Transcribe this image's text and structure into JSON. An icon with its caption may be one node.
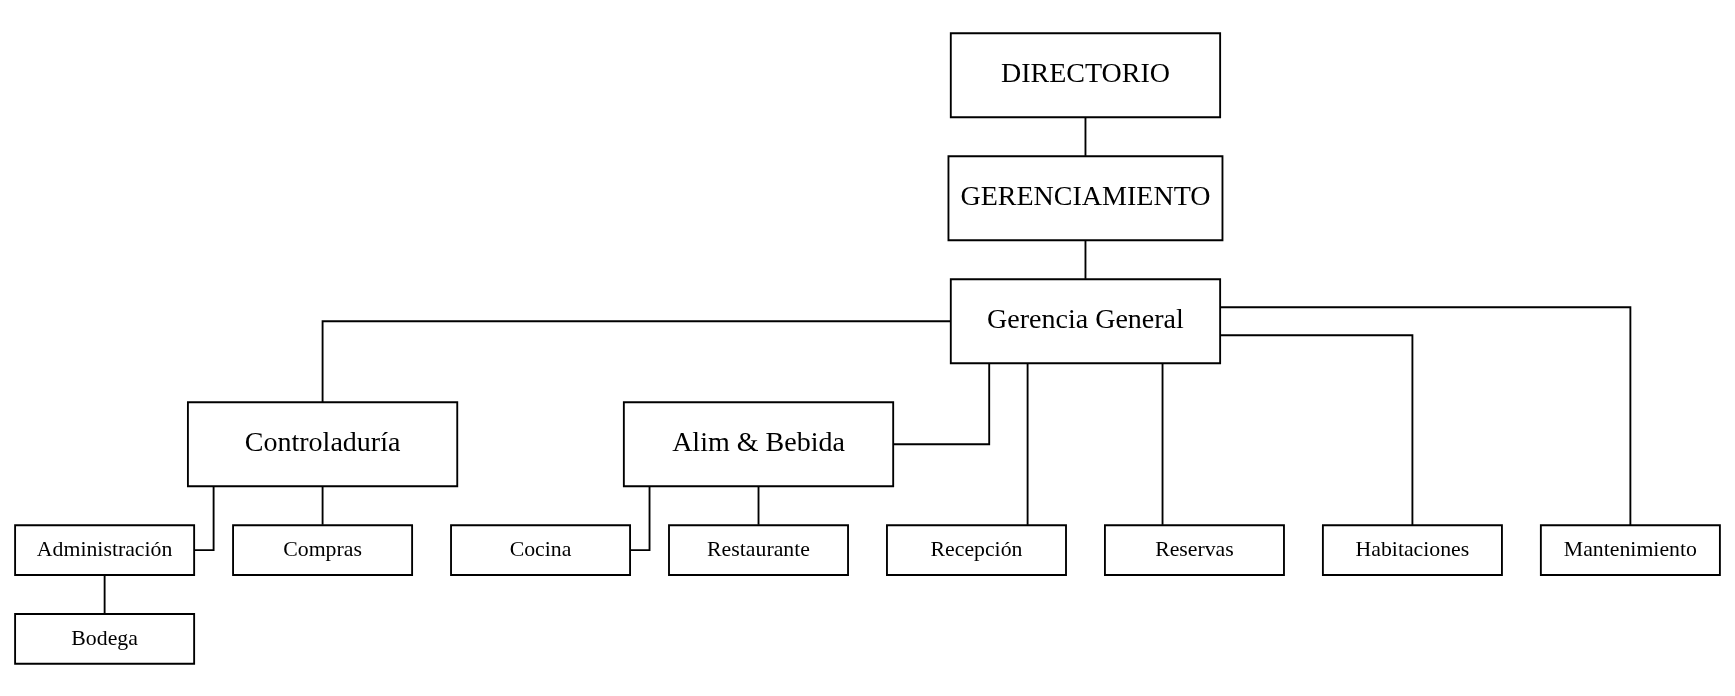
{
  "diagram": {
    "nodes": [
      {
        "text": [
          "DIRECTORIO"
        ]
      },
      {
        "text": [
          "GERENCIAMIENTO"
        ]
      },
      {
        "text": [
          "Gerencia General"
        ]
      },
      {
        "text": [
          "Controladuría"
        ]
      },
      {
        "text": [
          "Alim & Bebida"
        ]
      },
      {
        "text": [
          "Administración"
        ]
      },
      {
        "text": [
          "Compras"
        ]
      },
      {
        "text": [
          "Recepción"
        ]
      },
      {
        "text": [
          "Reservas"
        ]
      },
      {
        "text": [
          "Habitaciones"
        ]
      },
      {
        "text": [
          "Mantenimiento"
        ]
      },
      {
        "text": [
          "Cocina"
        ]
      },
      {
        "text": [
          "Restaurante"
        ]
      },
      {
        "text": [
          "Bodega"
        ]
      }
    ],
    "edges": [
      {
        "from": 0,
        "to": 1,
        "arrow": "none"
      },
      {
        "from": 1,
        "to": 2,
        "arrow": "none"
      },
      {
        "from": 2,
        "to": 3,
        "arrow": "none"
      },
      {
        "from": 2,
        "to": 7,
        "arrow": "none"
      },
      {
        "from": 2,
        "to": 8,
        "arrow": "none"
      },
      {
        "from": 2,
        "to": 9,
        "arrow": "none"
      },
      {
        "from": 2,
        "to": 10,
        "arrow": "none"
      },
      {
        "from": 2,
        "to": 4,
        "arrow": "none"
      },
      {
        "from": 3,
        "to": 5,
        "arrow": "none"
      },
      {
        "from": 3,
        "to": 6,
        "arrow": "none"
      },
      {
        "from": 4,
        "to": 11,
        "arrow": "none"
      },
      {
        "from": 4,
        "to": 12,
        "arrow": "none"
      },
      {
        "from": 5,
        "to": 13,
        "arrow": "none"
      }
    ]
  }
}
